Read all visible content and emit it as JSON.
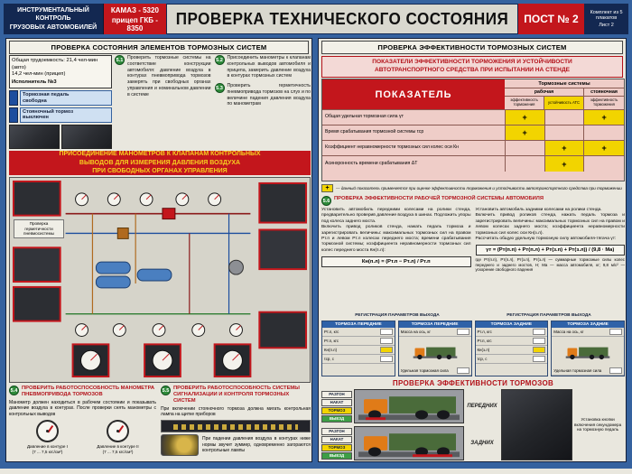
{
  "colors": {
    "poster_blue": "#35629f",
    "header_navy": "#132851",
    "accent_red": "#c3161c",
    "accent_yellow": "#f2d400",
    "band_text_yellow": "#f7d020",
    "panel_bg": "#e9e7de",
    "table_pink": "#efcdc8",
    "mini_table_blue": "#2f62a8",
    "step_badge_green": "#2e8b3a"
  },
  "header": {
    "left_block": "ИНСТРУМЕНТАЛЬНЫЙ КОНТРОЛЬ\nГРУЗОВЫХ АВТОМОБИЛЕЙ",
    "vehicle_line1": "КАМАЗ - 5320",
    "vehicle_line2": "прицеп ГКБ - 8350",
    "title": "ПРОВЕРКА ТЕХНИЧЕСКОГО СОСТОЯНИЯ",
    "post": "ПОСТ № 2",
    "kit_note": "Комплект из 5 плакатов",
    "sheet_note": "Лист 2"
  },
  "left": {
    "title": "ПРОВЕРКА СОСТОЯНИЯ ЭЛЕМЕНТОВ ТОРМОЗНЫХ СИСТЕМ",
    "labor": "Общая трудоемкость: 21,4 чел-мин (авто)\n14,2 чел-мин (прицеп)",
    "executor": "Исполнитель №3",
    "condition1": "Тормозная педаль\nсвободна",
    "condition2": "Стояночный тормоз\nвыключен",
    "steps": [
      {
        "num": "5.1",
        "text": "Проверить тормозные системы на соответствие конструкции автомобиля: давление воздуха в контурах пневмопривода тормозов замерять при свободных органах управления и номинальном давлении в системе"
      },
      {
        "num": "5.2",
        "text": "Присоединить манометры к клапанам контрольных выводов автомобиля и прицепа, замерить давление воздуха в контурах тормозных систем"
      },
      {
        "num": "5.3",
        "text": "Проверить герметичность пневмопривода тормозов на слух и по величине падения давления воздуха по манометрам"
      }
    ],
    "band": "ПРИСОЕДИНЕНИЕ МАНОМЕТРОВ К КЛАПАНАМ КОНТРОЛЬНЫХ\nВЫВОДОВ ДЛЯ ИЗМЕРЕНИЯ ДАВЛЕНИЯ ВОЗДУХА\nПРИ СВОБОДНЫХ ОРГАНАХ УПРАВЛЕНИЯ",
    "diagram_caption": "Проверка герметичности\nпневмосистемы",
    "s54": {
      "num": "5.4",
      "title": "ПРОВЕРИТЬ РАБОТОСПОСОБНОСТЬ МАНОМЕТРА ПНЕВМОПРИВОДА ТОРМОЗОВ",
      "text": "Манометр должен находиться в рабочем состоянии и показывать давление воздуха в контурах. После проверки снять манометры с контрольных выводов",
      "gauge1_caption": "Давление в контуре I\n(7 ... 7,5 кгс/см²)",
      "gauge2_caption": "Давление в контуре II\n(7 ... 7,5 кгс/см²)"
    },
    "s55": {
      "num": "5.5",
      "title": "ПРОВЕРИТЬ РАБОТОСПОСОБНОСТЬ СИСТЕМЫ СИГНАЛИЗАЦИИ И КОНТРОЛЯ ТОРМОЗНЫХ СИСТЕМ",
      "text1": "При включении стояночного тормоза должна мигать контрольная лампа на щитке приборов",
      "text2": "При падении давления воздуха в контурах ниже нормы звучит зуммер, одновременно загораются контрольные лампы"
    }
  },
  "right": {
    "title": "ПРОВЕРКА ЭФФЕКТИВНОСТИ ТОРМОЗНЫХ СИСТЕМ",
    "subtitle": "ПОКАЗАТЕЛИ ЭФФЕКТИВНОСТИ ТОРМОЖЕНИЯ И УСТОЙЧИВОСТИ\nАВТОТРАНСПОРТНОГО СРЕДСТВА ПРИ ИСПЫТАНИИ НА СТЕНДЕ",
    "table": {
      "indicator": "ПОКАЗАТЕЛЬ",
      "group": "Тормозные системы",
      "sub1": "рабочая",
      "sub2": "стояночная",
      "subsub1": "эффективность торможения",
      "subsub2": "устойчивость АТС",
      "subsub3": "эффективность торможения",
      "rows": [
        {
          "label": "Общая удельная тормозная сила  γт",
          "c1": "+",
          "c2": "",
          "c3": "+"
        },
        {
          "label": "Время срабатывания тормозной системы  τср",
          "c1": "+",
          "c2": "",
          "c3": ""
        },
        {
          "label": "Коэффициент неравномерности тормозных сил колес оси  Кн",
          "c1": "",
          "c2": "+",
          "c3": "+"
        },
        {
          "label": "Асинхронность времени срабатывания  ΔТ",
          "c1": "",
          "c2": "+",
          "c3": ""
        }
      ],
      "legend_plus": "+",
      "legend": "— данный показатель применяется при оценке эффективности торможения и устойчивости автотранспортного средства при торможении"
    },
    "s56": {
      "num": "5.6",
      "title": "ПРОВЕРКА ЭФФЕКТИВНОСТИ РАБОЧЕЙ ТОРМОЗНОЙ СИСТЕМЫ АВТОМОБИЛЯ",
      "col1": "Установить автомобиль передними колесами на ролики стенда, предварительно проверив давление воздуха в шинах. Подложить упоры под колеса заднего моста.\nВключить привод роликов стенда, нажать педаль тормоза и зарегистрировать величины: максимальных тормозных сил на правом Pт.п и левом Pт.л колесах переднего моста; времени срабатывания тормозной системы; коэффициента неравномерности тормозных сил колес переднего моста Кн(п.л):",
      "col2": "Установить автомобиль задними колесами на ролики стенда.\nВключить привод роликов стенда, нажать педаль тормоза и зарегистрировать величины: максимальных тормозных сил на правом и левом колесах заднего моста; коэффициента неравномерности тормозных сил колес оси Кн(з.л).\nРассчитать общую удельную тормозную силу автомобиля-тягача γт:",
      "formula1": "Кн(п.л) = (Pт.п − Pт.л) / Pт.п",
      "formula2": "γт = (Pт(п.п) + Pт(п.л) + Pт(з.п) + Pт(з.л)) / (9,8 · Mа)",
      "note": "где Pт(п.п), Pт(п.л), Pт(з.п), Pт(з.л) — суммарные тормозные силы колес переднего и заднего мостов, Н; Mа — масса автомобиля, кг; 9,8 м/с² — ускорение свободного падения"
    },
    "reg_caption1": "РЕГИСТРАЦИЯ ПАРАМЕТРОВ ВЫХОДА",
    "reg_caption2": "РЕГИСТРАЦИЯ ПАРАМЕТРОВ ВЫХОДА",
    "mini_tables": [
      {
        "title": "ТОРМОЗА ПЕРЕДНИЕ",
        "rows": [
          "Pт.л, кгс",
          "Pт.п, кгс",
          "Кн(п.л)",
          "τср, с"
        ]
      },
      {
        "title": "ТОРМОЗА ПЕРЕДНИЕ",
        "rows": [
          "Масса на ось, кг",
          "Удельная тормозная сила"
        ]
      },
      {
        "title": "ТОРМОЗА ЗАДНИЕ",
        "rows": [
          "Pт.л, кгс",
          "Pт.п, кгс",
          "Кн(з.л)",
          "τср, с"
        ]
      },
      {
        "title": "ТОРМОЗА ЗАДНИЕ",
        "rows": [
          "Масса на ось, кг",
          "Удельная тормозная сила"
        ]
      }
    ],
    "check_title": "ПРОВЕРКА ЭФФЕКТИВНОСТИ ТОРМОЗОВ",
    "buttons1": [
      "РАЗГОН",
      "НАКАТ",
      "ТОРМОЗ",
      "ВЫЕЗД"
    ],
    "buttons2": [
      "РАЗГОН",
      "НАКАТ",
      "ТОРМОЗ",
      "ВЫЕЗД"
    ],
    "front_label": "ПЕРЕДНИХ",
    "rear_label": "ЗАДНИХ",
    "pedal_caption": "Установка кнопки\nвключения секундомера\nна тормозную педаль"
  }
}
